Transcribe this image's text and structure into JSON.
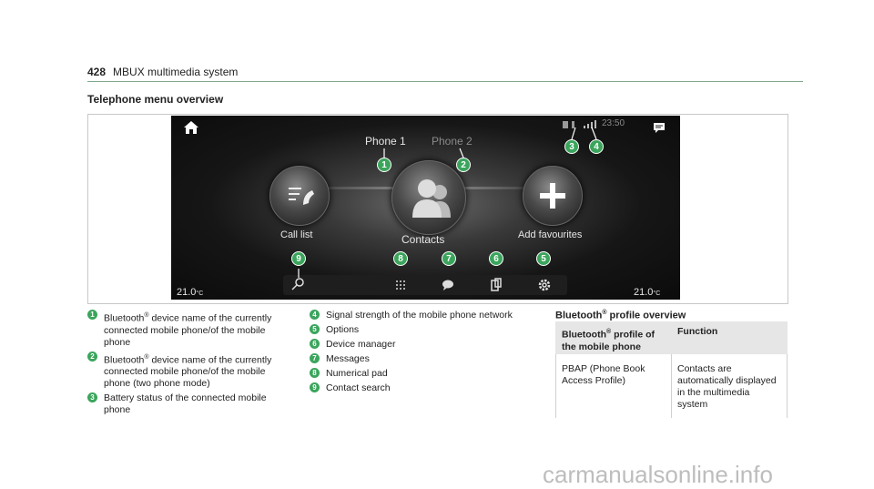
{
  "header": {
    "page_number": "428",
    "title": "MBUX multimedia system"
  },
  "section_title": "Telephone menu overview",
  "screen": {
    "tab_phone1": "Phone 1",
    "tab_phone2": "Phone 2",
    "time": "23:50",
    "call_list": "Call list",
    "contacts": "Contacts",
    "add_favourites": "Add favourites",
    "temp_left": "21.0",
    "temp_right": "21.0",
    "temp_unit": "°C",
    "icons": [
      "home-icon",
      "message-icon",
      "call-list-icon",
      "contacts-icon",
      "add-icon",
      "search-icon",
      "numpad-icon",
      "messages-icon",
      "device-manager-icon",
      "settings-icon"
    ]
  },
  "callouts": [
    "1",
    "2",
    "3",
    "4",
    "5",
    "6",
    "7",
    "8",
    "9"
  ],
  "legend_left": [
    {
      "n": "1",
      "text_a": "Bluetooth",
      "sup": "®",
      "text_b": " device name of the currently connected mobile phone/of the mobile phone"
    },
    {
      "n": "2",
      "text_a": "Bluetooth",
      "sup": "®",
      "text_b": " device name of the currently connected mobile phone/of the mobile phone (two phone mode)"
    },
    {
      "n": "3",
      "text_a": "Battery status of the connected mobile phone",
      "sup": "",
      "text_b": ""
    }
  ],
  "legend_mid": [
    {
      "n": "4",
      "text": "Signal strength of the mobile phone network"
    },
    {
      "n": "5",
      "text": "Options"
    },
    {
      "n": "6",
      "text": "Device manager"
    },
    {
      "n": "7",
      "text": "Messages"
    },
    {
      "n": "8",
      "text": "Numerical pad"
    },
    {
      "n": "9",
      "text": "Contact search"
    }
  ],
  "table": {
    "title_a": "Bluetooth",
    "title_sup": "®",
    "title_b": " profile overview",
    "head1_a": "Bluetooth",
    "head1_sup": "®",
    "head1_b": " profile of the mobile phone",
    "head2": "Function",
    "row1_col1": "PBAP (Phone Book Access Profile)",
    "row1_col2": "Contacts are automatically displayed in the multimedia system"
  },
  "watermark": "carmanualsonline.info"
}
